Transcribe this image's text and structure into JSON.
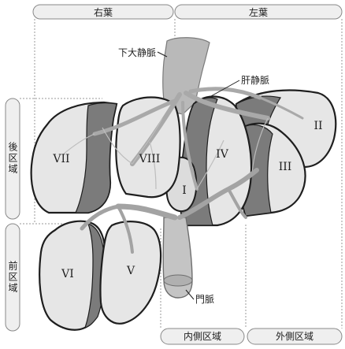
{
  "headers": {
    "right_lobe": "右葉",
    "left_lobe": "左葉",
    "posterior_zone": "後区域",
    "anterior_zone": "前区域",
    "medial_zone": "内側区域",
    "lateral_zone": "外側区域"
  },
  "callouts": {
    "ivc": "下大静脈",
    "hepatic_vein": "肝静脈",
    "portal_vein": "門脈"
  },
  "segments": {
    "s1": "I",
    "s2": "II",
    "s3": "III",
    "s4": "IV",
    "s5": "V",
    "s6": "VI",
    "s7": "VII",
    "s8": "VIII"
  },
  "colors": {
    "outline": "#1e1e1e",
    "segment_fill": "#e6e6e6",
    "dark_band": "#7b7b7b",
    "vessel": "#a9a9a9",
    "header_fill": "#efefef"
  }
}
